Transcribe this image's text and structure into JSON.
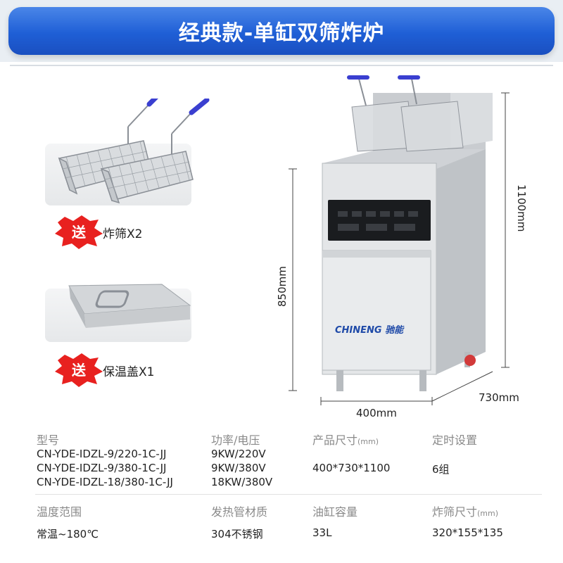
{
  "title": "经典款-单缸双筛炸炉",
  "accessories": [
    {
      "gift_badge": "送",
      "label": "炸筛X2",
      "icon": "fry-basket-icon"
    },
    {
      "gift_badge": "送",
      "label": "保温盖X1",
      "icon": "lid-icon"
    }
  ],
  "product": {
    "brand_logo": "CHINENG 驰能",
    "dimensions": {
      "height_total": "1100mm",
      "height_body": "850mm",
      "width": "400mm",
      "depth": "730mm"
    }
  },
  "specs": {
    "row1": {
      "model_label": "型号",
      "models": [
        "CN-YDE-IDZL-9/220-1C-JJ",
        "CN-YDE-IDZL-9/380-1C-JJ",
        "CN-YDE-IDZL-18/380-1C-JJ"
      ],
      "power_label": "功率/电压",
      "powers": [
        "9KW/220V",
        "9KW/380V",
        "18KW/380V"
      ],
      "size_label": "产品尺寸",
      "size_unit": "(mm)",
      "size_value": "400*730*1100",
      "timer_label": "定时设置",
      "timer_value": "6组"
    },
    "row2": {
      "temp_label": "温度范围",
      "temp_value": "常温~180℃",
      "tube_label": "发热管材质",
      "tube_value": "304不锈钢",
      "tank_label": "油缸容量",
      "tank_value": "33L",
      "basket_label": "炸筛尺寸",
      "basket_unit": "(mm)",
      "basket_value": "320*155*135"
    }
  },
  "colors": {
    "banner": "#1f5fd6",
    "gift_red": "#e8211f",
    "handle_blue": "#3a3fd0"
  }
}
